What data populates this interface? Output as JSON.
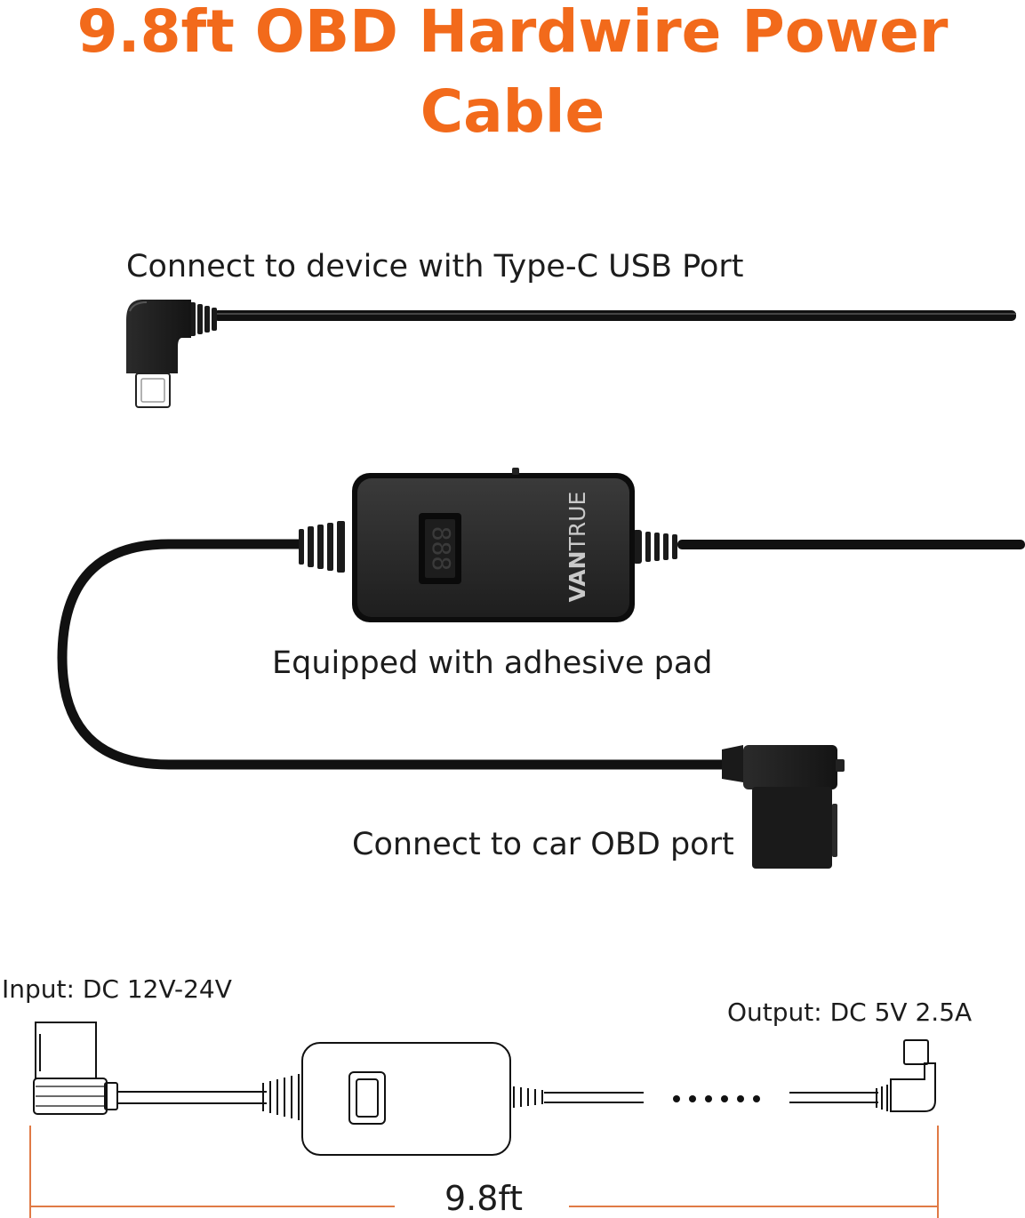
{
  "title": {
    "line1": "9.8ft OBD Hardwire Power",
    "line2": "Cable"
  },
  "callouts": {
    "typec": "Connect to device with Type-C USB Port",
    "adhesive": "Equipped with adhesive pad",
    "obd": "Connect to car OBD port"
  },
  "diagram": {
    "input": "Input: DC 12V-24V",
    "output": "Output: DC 5V  2.5A",
    "length": "9.8ft"
  },
  "device": {
    "brand_light": "VAN",
    "brand_regular": "TRUE",
    "display": "888"
  },
  "colors": {
    "title": "#f26a1b",
    "dimension_line": "#e07a45",
    "cable": "#111111"
  },
  "icons": [
    "type-c-connector-icon",
    "converter-box-icon",
    "obd-connector-icon"
  ]
}
